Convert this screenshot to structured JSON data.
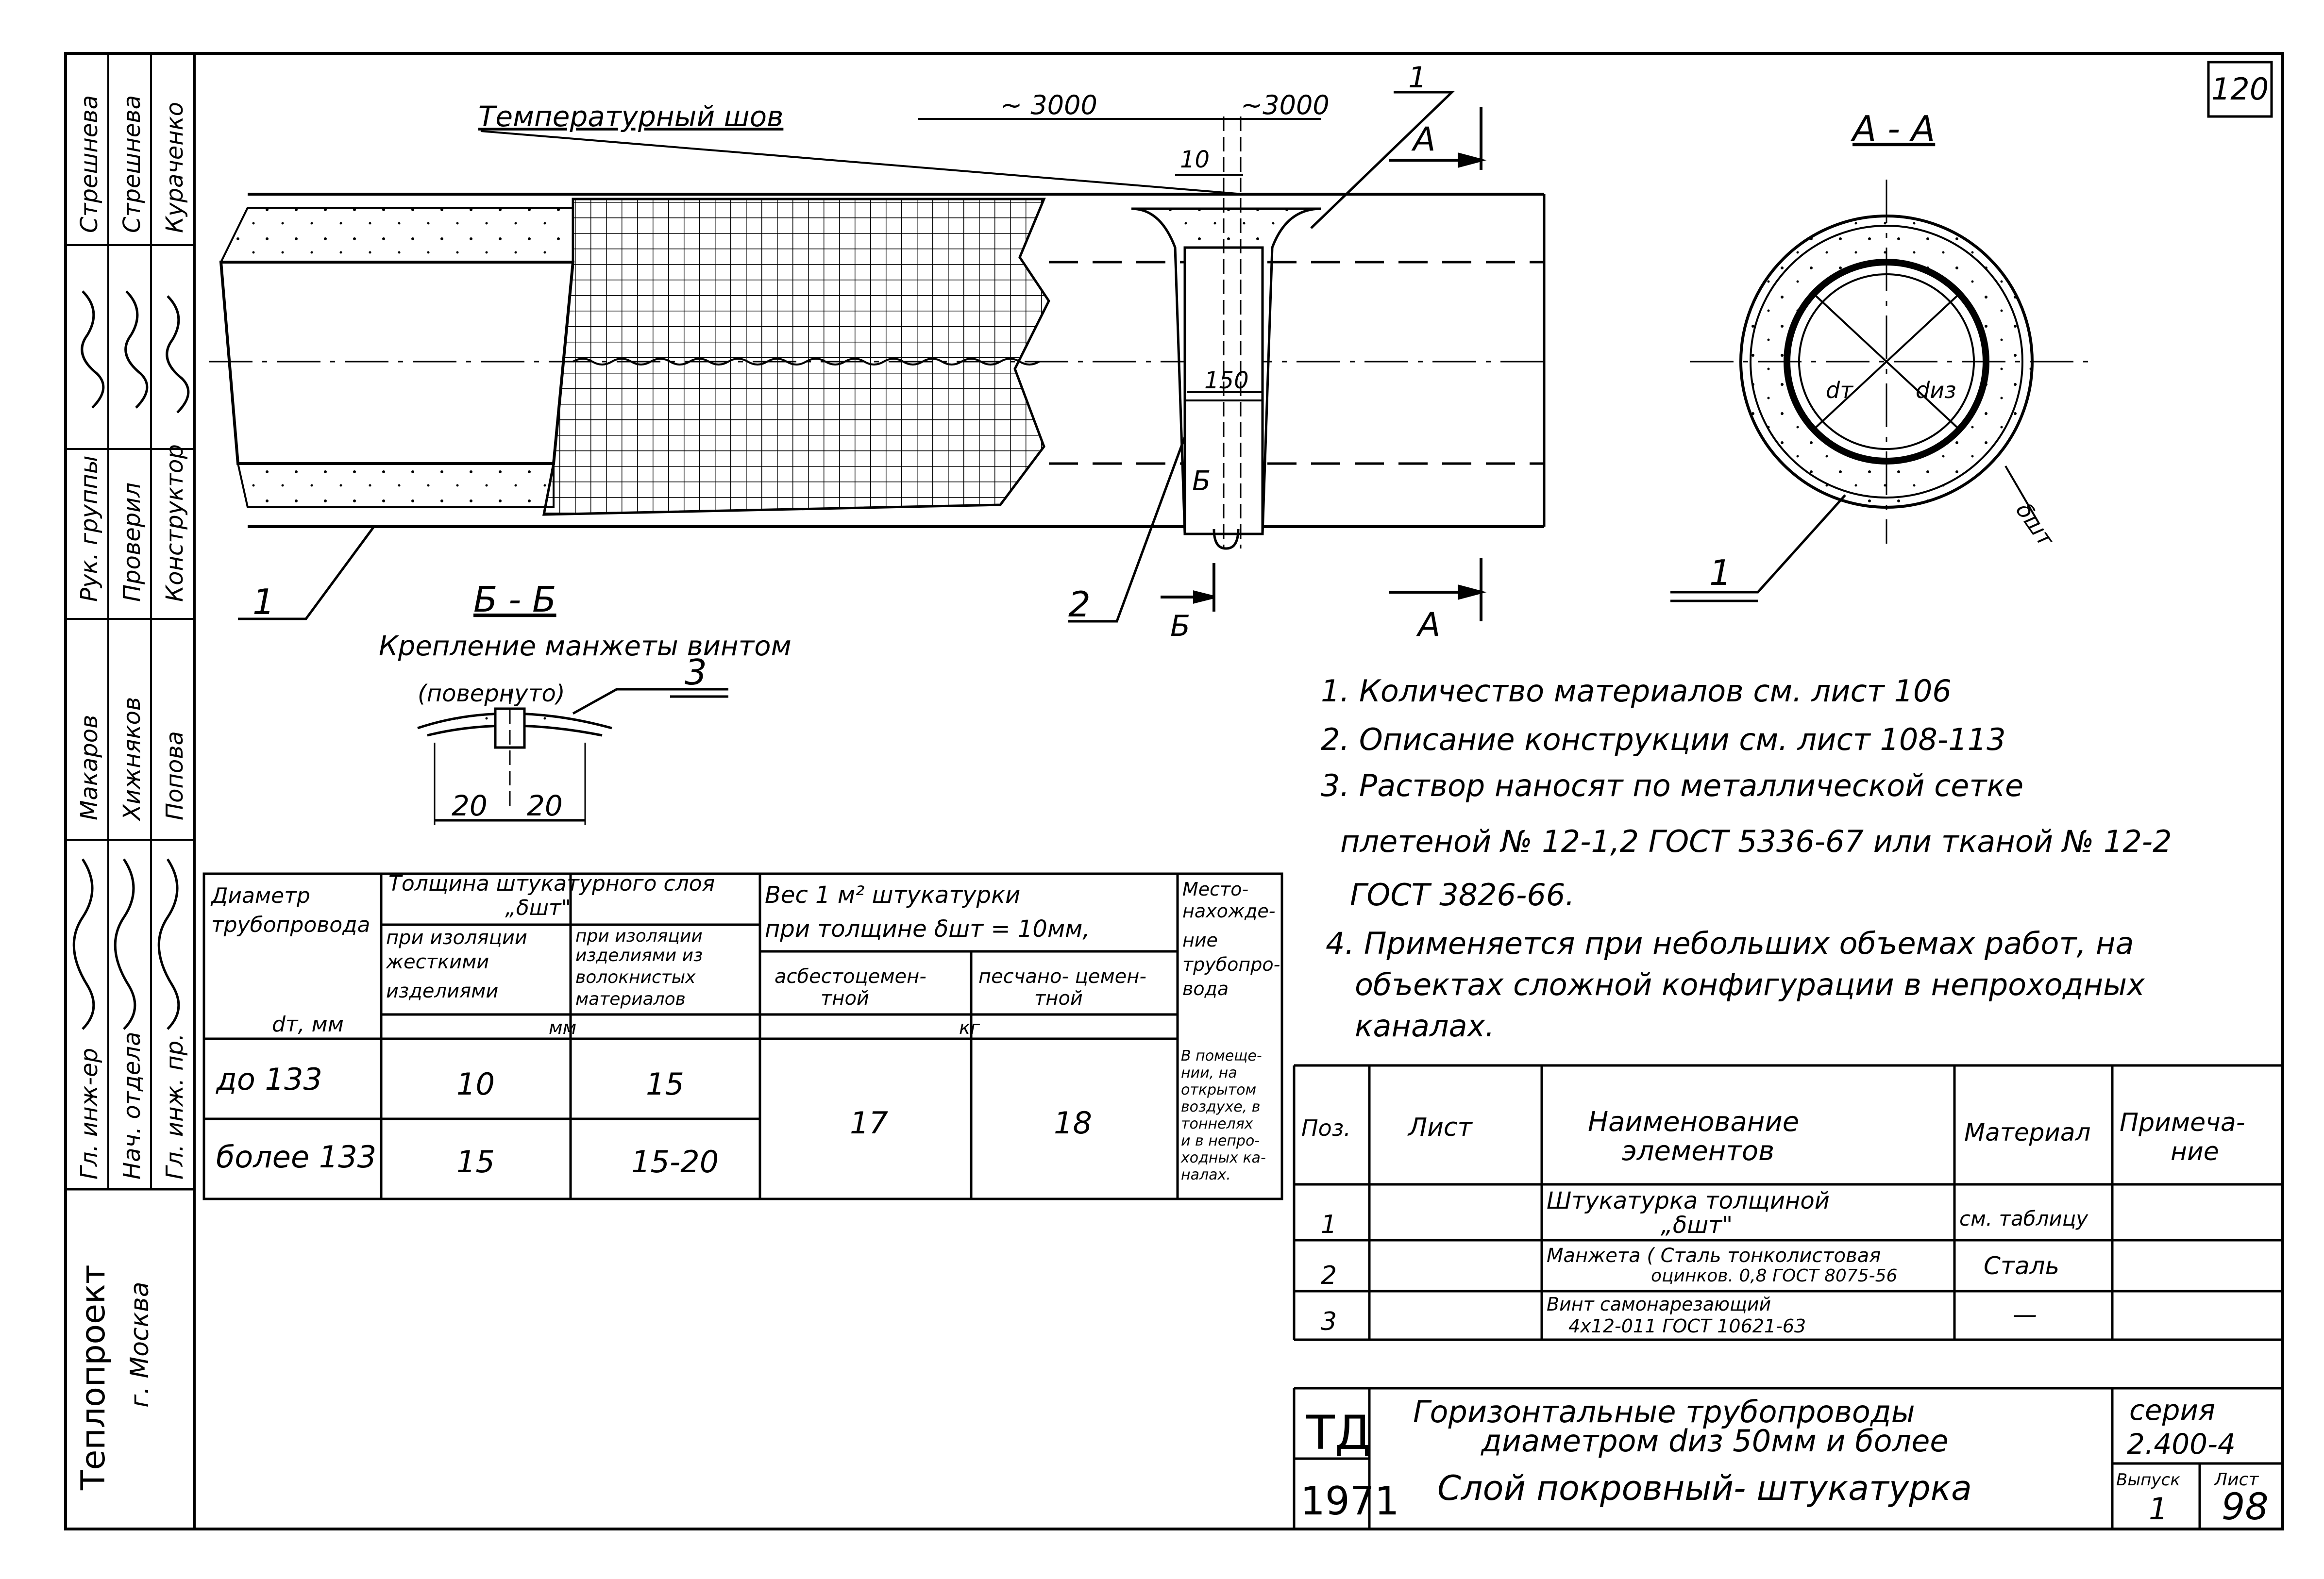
{
  "sheet_number": "120",
  "side_stamp": {
    "rows": [
      {
        "role": "Гл. инж-ер",
        "signatures": [
          "Макаров",
          "Рук. группы",
          "Стрешнева"
        ]
      },
      {
        "role": "Нач. отдела",
        "signatures": [
          "Хижняков",
          "Проверил",
          "Стрешнева"
        ]
      },
      {
        "role": "Гл. инж. пр.",
        "signatures": [
          "Попова",
          "Конструктор",
          "Кураченко"
        ]
      }
    ],
    "org_name": "Теплопроект",
    "org_city": "г. Москва"
  },
  "main_view": {
    "label_temp_joint": "Температурный шов",
    "dim_3000_left": "~ 3000",
    "dim_3000_right": "~3000",
    "dim_10": "10",
    "dim_150": "150",
    "callout_1_top": "1",
    "callout_1_bottom": "1",
    "callout_2": "2",
    "section_a_top": "А",
    "section_a_bottom": "А",
    "section_b_top": "Б",
    "section_b_bottom": "Б"
  },
  "section_aa": {
    "title": "А - А",
    "label_dt": "dт",
    "label_diz": "dиз",
    "label_delta": "δшт",
    "callout_1": "1"
  },
  "section_bb": {
    "title": "Б - Б",
    "subtitle": "Крепление манжеты винтом",
    "subtitle_note": "(повернуто)",
    "callout_3": "3",
    "dim_left": "20",
    "dim_right": "20"
  },
  "notes": [
    "1. Количество материалов см. лист 106",
    "2. Описание конструкции см. лист 108-113",
    "3. Раствор наносят по металлической сетке",
    "плетеной № 12-1,2 ГОСТ 5336-67 или тканой № 12-2",
    "ГОСТ 3826-66.",
    "4. Применяется при небольших объемах работ, на",
    "объектах сложной конфигурации в непроходных",
    "каналах."
  ],
  "thickness_table": {
    "header_diameter": [
      "Диаметр",
      "трубопровода"
    ],
    "header_diameter_unit": "dт, мм",
    "header_thickness": [
      "Толщина штукатурного слоя",
      "„δшт\""
    ],
    "header_rigid": [
      "при изоляции",
      "жесткими",
      "изделиями"
    ],
    "header_fibrous": [
      "при изоляции",
      "изделиями из",
      "волокнистых",
      "материалов"
    ],
    "unit_mm": "мм",
    "header_weight": [
      "Вес 1 м² штукатурки",
      "при толщине δшт = 10мм,"
    ],
    "header_asbestos": [
      "асбестоцемен-",
      "тной"
    ],
    "header_sand": [
      "песчано- цемен-",
      "тной"
    ],
    "unit_kg": "кг",
    "header_location": [
      "Место-",
      "нахожде-",
      "ние",
      "трубопро-",
      "вода"
    ],
    "rows": [
      {
        "diameter": "до 133",
        "rigid": "10",
        "fibrous": "15"
      },
      {
        "diameter": "более 133",
        "rigid": "15",
        "fibrous": "15-20"
      }
    ],
    "weight_asbestos": "17",
    "weight_sand": "18",
    "location_text": [
      "В помеще-",
      "нии, на",
      "открытом",
      "воздухе, в",
      "тоннелях",
      "и в непро-",
      "ходных ка-",
      "налах."
    ]
  },
  "spec_table": {
    "headers": {
      "pos": "Поз.",
      "sheet": "Лист",
      "name": [
        "Наименование",
        "элементов"
      ],
      "material": "Материал",
      "note": [
        "Примеча-",
        "ние"
      ]
    },
    "rows": [
      {
        "pos": "1",
        "sheet": "",
        "name": [
          "Штукатурка толщиной",
          "„δшт\""
        ],
        "material": "см. таблицу",
        "note": ""
      },
      {
        "pos": "2",
        "sheet": "",
        "name": [
          "Манжета ( Сталь тонколистовая",
          "оцинков. 0,8 ГОСТ 8075-56"
        ],
        "material": "Сталь",
        "note": ""
      },
      {
        "pos": "3",
        "sheet": "",
        "name": [
          "Винт самонарезающий",
          "4x12-011 ГОСТ 10621-63"
        ],
        "material": "—",
        "note": ""
      }
    ]
  },
  "title_block": {
    "code": "ТД",
    "year": "1971",
    "title_line1": "Горизонтальные трубопроводы",
    "title_line2": "диаметром dиз 50мм и более",
    "subtitle": "Слой покровный- штукатурка",
    "series_label": "серия",
    "series_value": "2.400-4",
    "issue_label": "Выпуск",
    "issue_value": "1",
    "sheet_label": "Лист",
    "sheet_value": "98"
  }
}
